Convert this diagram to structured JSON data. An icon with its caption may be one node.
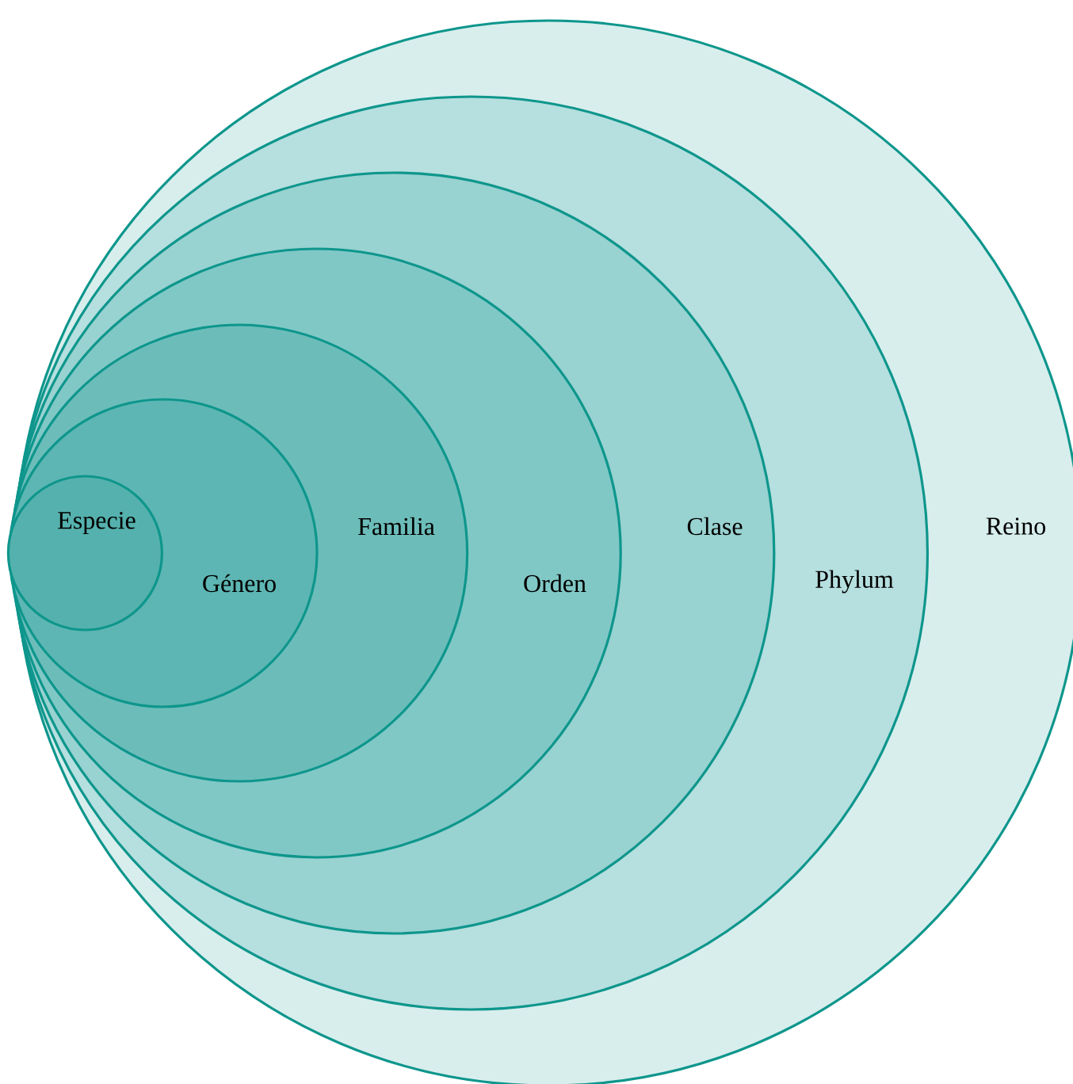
{
  "diagram": {
    "nodes": [
      {
        "text": [
          "Reino"
        ]
      },
      {
        "text": [
          "Phylum"
        ],
        "in": 0
      },
      {
        "text": [
          "Clase"
        ],
        "in": 1
      },
      {
        "text": [
          "Orden"
        ],
        "in": 2
      },
      {
        "text": [
          "Familia"
        ],
        "in": 3
      },
      {
        "text": [
          "Género"
        ],
        "in": 4
      },
      {
        "text": [
          "Especie"
        ],
        "in": 5
      }
    ]
  }
}
